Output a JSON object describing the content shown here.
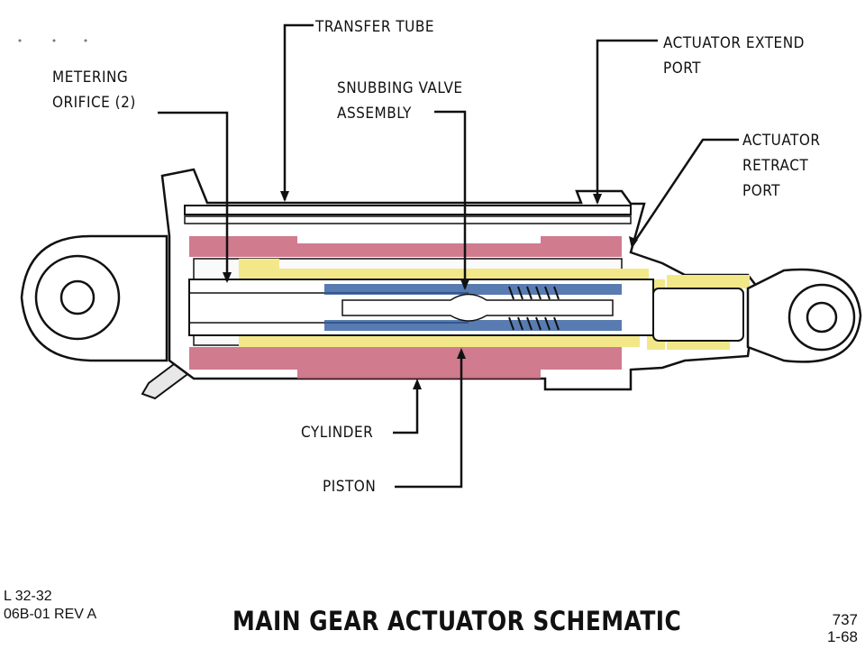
{
  "labels": {
    "transfer_tube": "TRANSFER TUBE",
    "actuator_extend_port": [
      "ACTUATOR EXTEND",
      "PORT"
    ],
    "metering_orifice": [
      "METERING",
      "ORIFICE (2)"
    ],
    "snubbing_valve": [
      "SNUBBING VALVE",
      "ASSEMBLY"
    ],
    "actuator_retract_port": [
      "ACTUATOR",
      "RETRACT",
      "PORT"
    ],
    "cylinder": "CYLINDER",
    "piston": "PISTON"
  },
  "footer": {
    "doc_id": [
      "L 32-32",
      "06B-01 REV A"
    ],
    "title": "MAIN GEAR ACTUATOR SCHEMATIC",
    "page_ref": [
      "737",
      "1-68"
    ]
  },
  "colors": {
    "hydraulic_fluid": "#f2e88a",
    "cylinder_wall": "#c9647a",
    "snubbing_valve": "#2e5a9e",
    "background": "#ffffff",
    "line": "#111111"
  }
}
